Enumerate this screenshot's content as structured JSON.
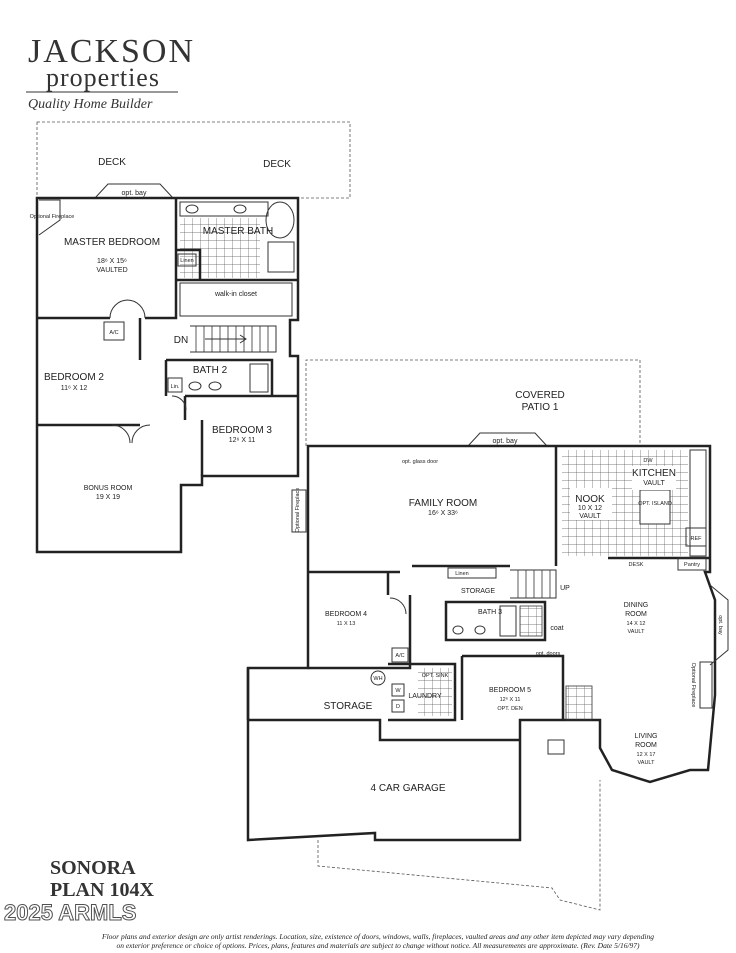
{
  "logo": {
    "line1": "JACKSON",
    "line2": "properties",
    "tagline": "Quality Home Builder"
  },
  "plan": {
    "name": "SONORA",
    "number": "PLAN 104X",
    "overlay": "2025 ARMLS"
  },
  "upper_floor": {
    "deck_left": "DECK",
    "deck_right": "DECK",
    "opt_bay": "opt. bay",
    "optional_fireplace": "Optional Fireplace",
    "master_bedroom": {
      "name": "MASTER BEDROOM",
      "size": "18⁶ X 15⁶",
      "note": "VAULTED"
    },
    "master_bath": "MASTER BATH",
    "linen": "Linen",
    "walk_in_closet": "walk-in closet",
    "ac": "A/C",
    "dn": "DN",
    "bedroom2": {
      "name": "BEDROOM 2",
      "size": "11⁶ X 12"
    },
    "bath2": "BATH 2",
    "lin": "Lin.",
    "bedroom3": {
      "name": "BEDROOM 3",
      "size": "12⁶ X 11"
    },
    "bonus_room": {
      "name": "BONUS ROOM",
      "size": "19 X 19"
    }
  },
  "main_floor": {
    "covered_patio": {
      "name": "COVERED",
      "name2": "PATIO 1"
    },
    "opt_bay_patio": "opt. bay",
    "opt_glass_door": "opt. glass door",
    "family_room": {
      "name": "FAMILY ROOM",
      "size": "16⁶ X 33⁶"
    },
    "optional_fireplace_fr": "Optional Fireplace",
    "nook": {
      "name": "NOOK",
      "size": "10 X 12",
      "note": "VAULT"
    },
    "kitchen": {
      "name": "KITCHEN",
      "note": "VAULT",
      "island": "OPT. ISLAND"
    },
    "dw": "DW",
    "ref": "REF",
    "desk": "DESK",
    "pantry": "Pantry",
    "linen": "Linen",
    "storage_hall": "STORAGE",
    "up": "UP",
    "bedroom4": {
      "name": "BEDROOM 4",
      "size": "11 X 13"
    },
    "bath3": "BATH 3",
    "coat": "coat",
    "opt_doors": "opt. doors",
    "ac": "A/C",
    "wh": "WH",
    "opt_sink": "OPT. SINK",
    "laundry": "LAUNDRY",
    "w": "W",
    "d": "D",
    "bedroom5": {
      "name": "BEDROOM 5",
      "size": "12⁶ X 11",
      "note": "OPT. DEN"
    },
    "dining_room": {
      "name": "DINING",
      "name2": "ROOM",
      "size": "14 X 12",
      "note": "VAULT"
    },
    "opt_bay_dining": "opt. bay",
    "optional_fireplace_lr": "Optional Fireplace",
    "living_room": {
      "name": "LIVING",
      "name2": "ROOM",
      "size": "12 X 17",
      "note": "VAULT"
    },
    "storage_garage": "STORAGE",
    "garage": "4 CAR GARAGE"
  },
  "disclaimer": {
    "line1": "Floor plans and exterior design are only artist renderings. Location, size, existence of doors, windows, walls, fireplaces, vaulted areas and any other item depicted may vary depending",
    "line2": "on exterior preference or choice of options. Prices, plans, features and materials are subject to change without notice. All measurements are approximate. (Rev. Date 5/16/97)"
  }
}
